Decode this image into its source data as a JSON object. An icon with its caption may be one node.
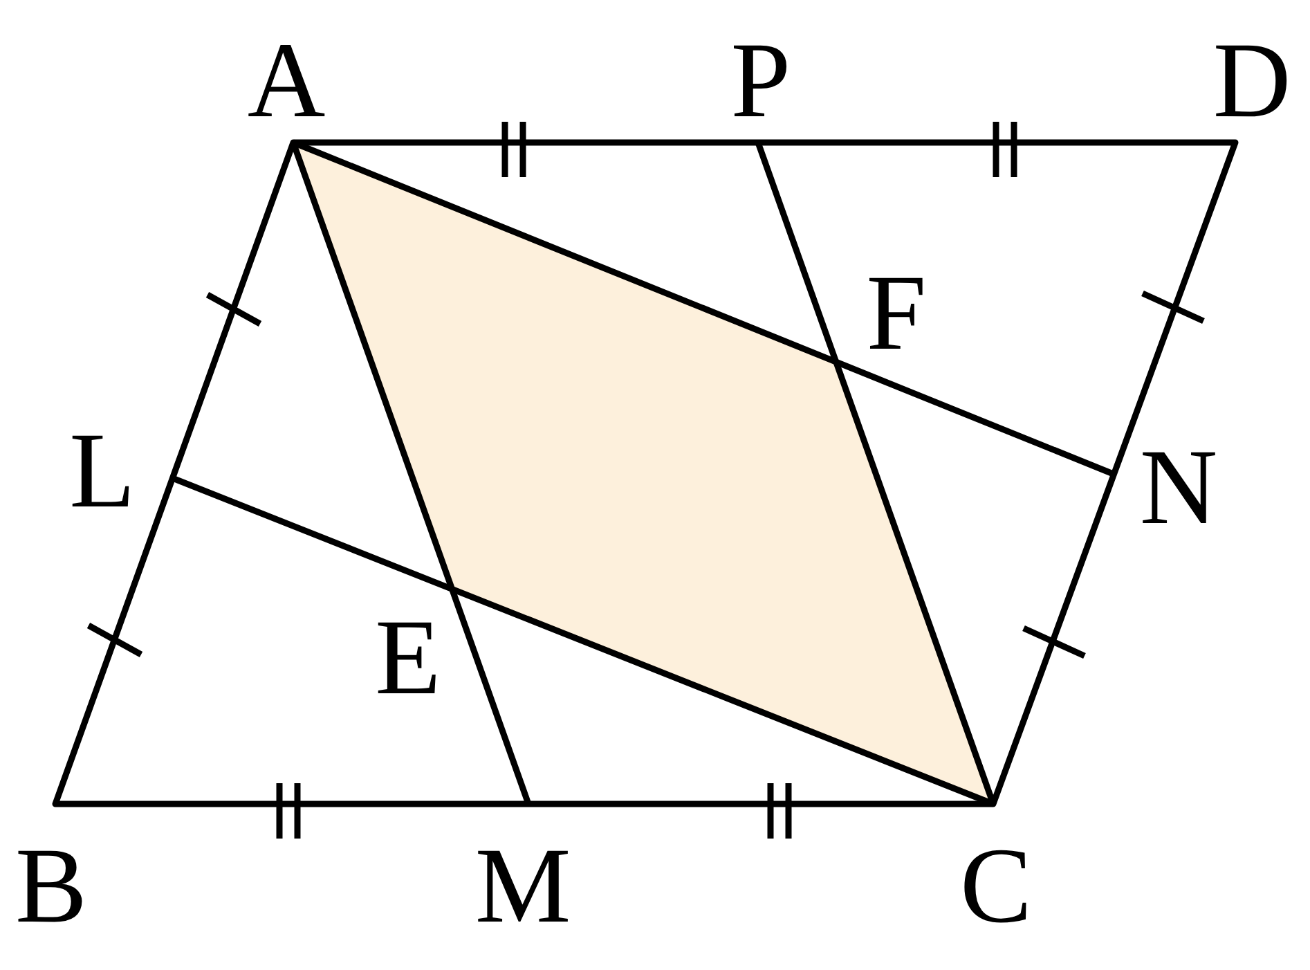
{
  "diagram": {
    "labels": [
      "A",
      "P",
      "D",
      "F",
      "L",
      "N",
      "E",
      "B",
      "M",
      "C"
    ]
  }
}
